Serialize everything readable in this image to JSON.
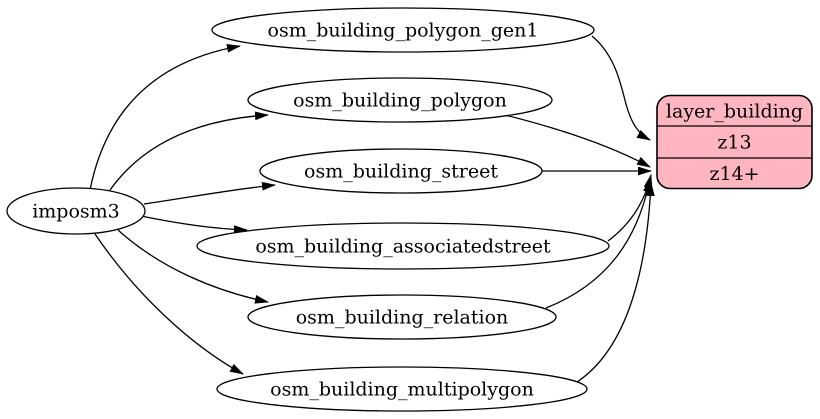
{
  "diagram": {
    "type": "directed-graph",
    "colors": {
      "background": "#ffffff",
      "table_node_fill": "#ffffff",
      "node_stroke": "#000000",
      "edge": "#000000",
      "layer_node_fill": "#ffb6c1",
      "text": "#000000"
    },
    "nodes": {
      "source": {
        "label": "imposm3"
      },
      "tables": [
        {
          "label": "osm_building_polygon_gen1"
        },
        {
          "label": "osm_building_polygon"
        },
        {
          "label": "osm_building_street"
        },
        {
          "label": "osm_building_associatedstreet"
        },
        {
          "label": "osm_building_relation"
        },
        {
          "label": "osm_building_multipolygon"
        }
      ],
      "layer": {
        "title": "layer_building",
        "rows": [
          {
            "label": "z13"
          },
          {
            "label": "z14+"
          }
        ]
      }
    },
    "edges": [
      {
        "from": "imposm3",
        "to": "osm_building_polygon_gen1"
      },
      {
        "from": "imposm3",
        "to": "osm_building_polygon"
      },
      {
        "from": "imposm3",
        "to": "osm_building_street"
      },
      {
        "from": "imposm3",
        "to": "osm_building_associatedstreet"
      },
      {
        "from": "imposm3",
        "to": "osm_building_relation"
      },
      {
        "from": "imposm3",
        "to": "osm_building_multipolygon"
      },
      {
        "from": "osm_building_polygon_gen1",
        "to": "layer_building:z13"
      },
      {
        "from": "osm_building_polygon",
        "to": "layer_building:z14+"
      },
      {
        "from": "osm_building_street",
        "to": "layer_building:z14+"
      },
      {
        "from": "osm_building_associatedstreet",
        "to": "layer_building:z14+"
      },
      {
        "from": "osm_building_relation",
        "to": "layer_building:z14+"
      },
      {
        "from": "osm_building_multipolygon",
        "to": "layer_building:z14+"
      }
    ]
  }
}
